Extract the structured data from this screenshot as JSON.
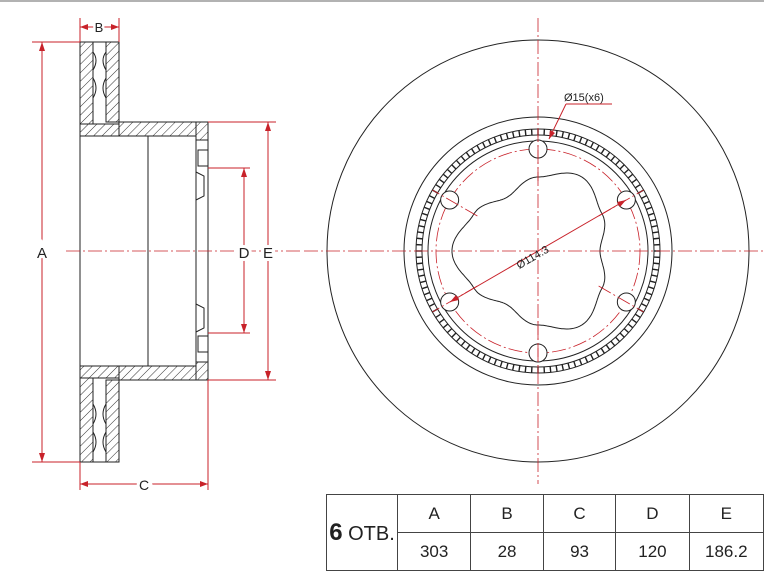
{
  "side_view": {
    "labels": {
      "a": "A",
      "b": "B",
      "c": "C",
      "d": "D",
      "e": "E"
    }
  },
  "front_view": {
    "hole_note": "Ø15(x6)",
    "pcd_note": "Ø114.3"
  },
  "spec_table": {
    "holes_count": "6",
    "holes_suffix": "ОТВ.",
    "headers": [
      "A",
      "B",
      "C",
      "D",
      "E"
    ],
    "values": [
      "303",
      "28",
      "93",
      "120",
      "186.2"
    ]
  },
  "colors": {
    "dimension_line": "#c8222a",
    "outline": "#222222"
  }
}
